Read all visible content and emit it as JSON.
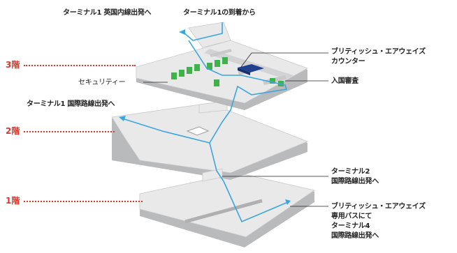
{
  "floors": [
    {
      "label": "3階"
    },
    {
      "label": "2階"
    },
    {
      "label": "1階"
    }
  ],
  "labels": {
    "top_departure": "ターミナル1 英国内線出発へ",
    "top_arrival": "ターミナル1の到着から",
    "ba_counter_line1": "ブリティッシュ・エアウェイズ",
    "ba_counter_line2": "カウンター",
    "immigration": "入国審査",
    "security": "セキュリティー",
    "t1_intl_departure": "ターミナル1 国際路線出発へ",
    "t2_line1": "ターミナル2",
    "t2_line2": "国際路線出発へ",
    "ba_bus_line1": "ブリティッシュ・エアウェイズ",
    "ba_bus_line2": "専用バスにて",
    "ba_bus_line3": "ターミナル4",
    "ba_bus_line4": "国際路線出発へ"
  },
  "colors": {
    "route": "#3aa6e0",
    "floor_label": "#e0342c",
    "slab_top": "#e9e9ea",
    "slab_side": "#b9babc",
    "counter": "#1f3f8f",
    "security_booth": "#3fb34a"
  },
  "icons": {
    "route_arrow": "arrow-icon"
  }
}
